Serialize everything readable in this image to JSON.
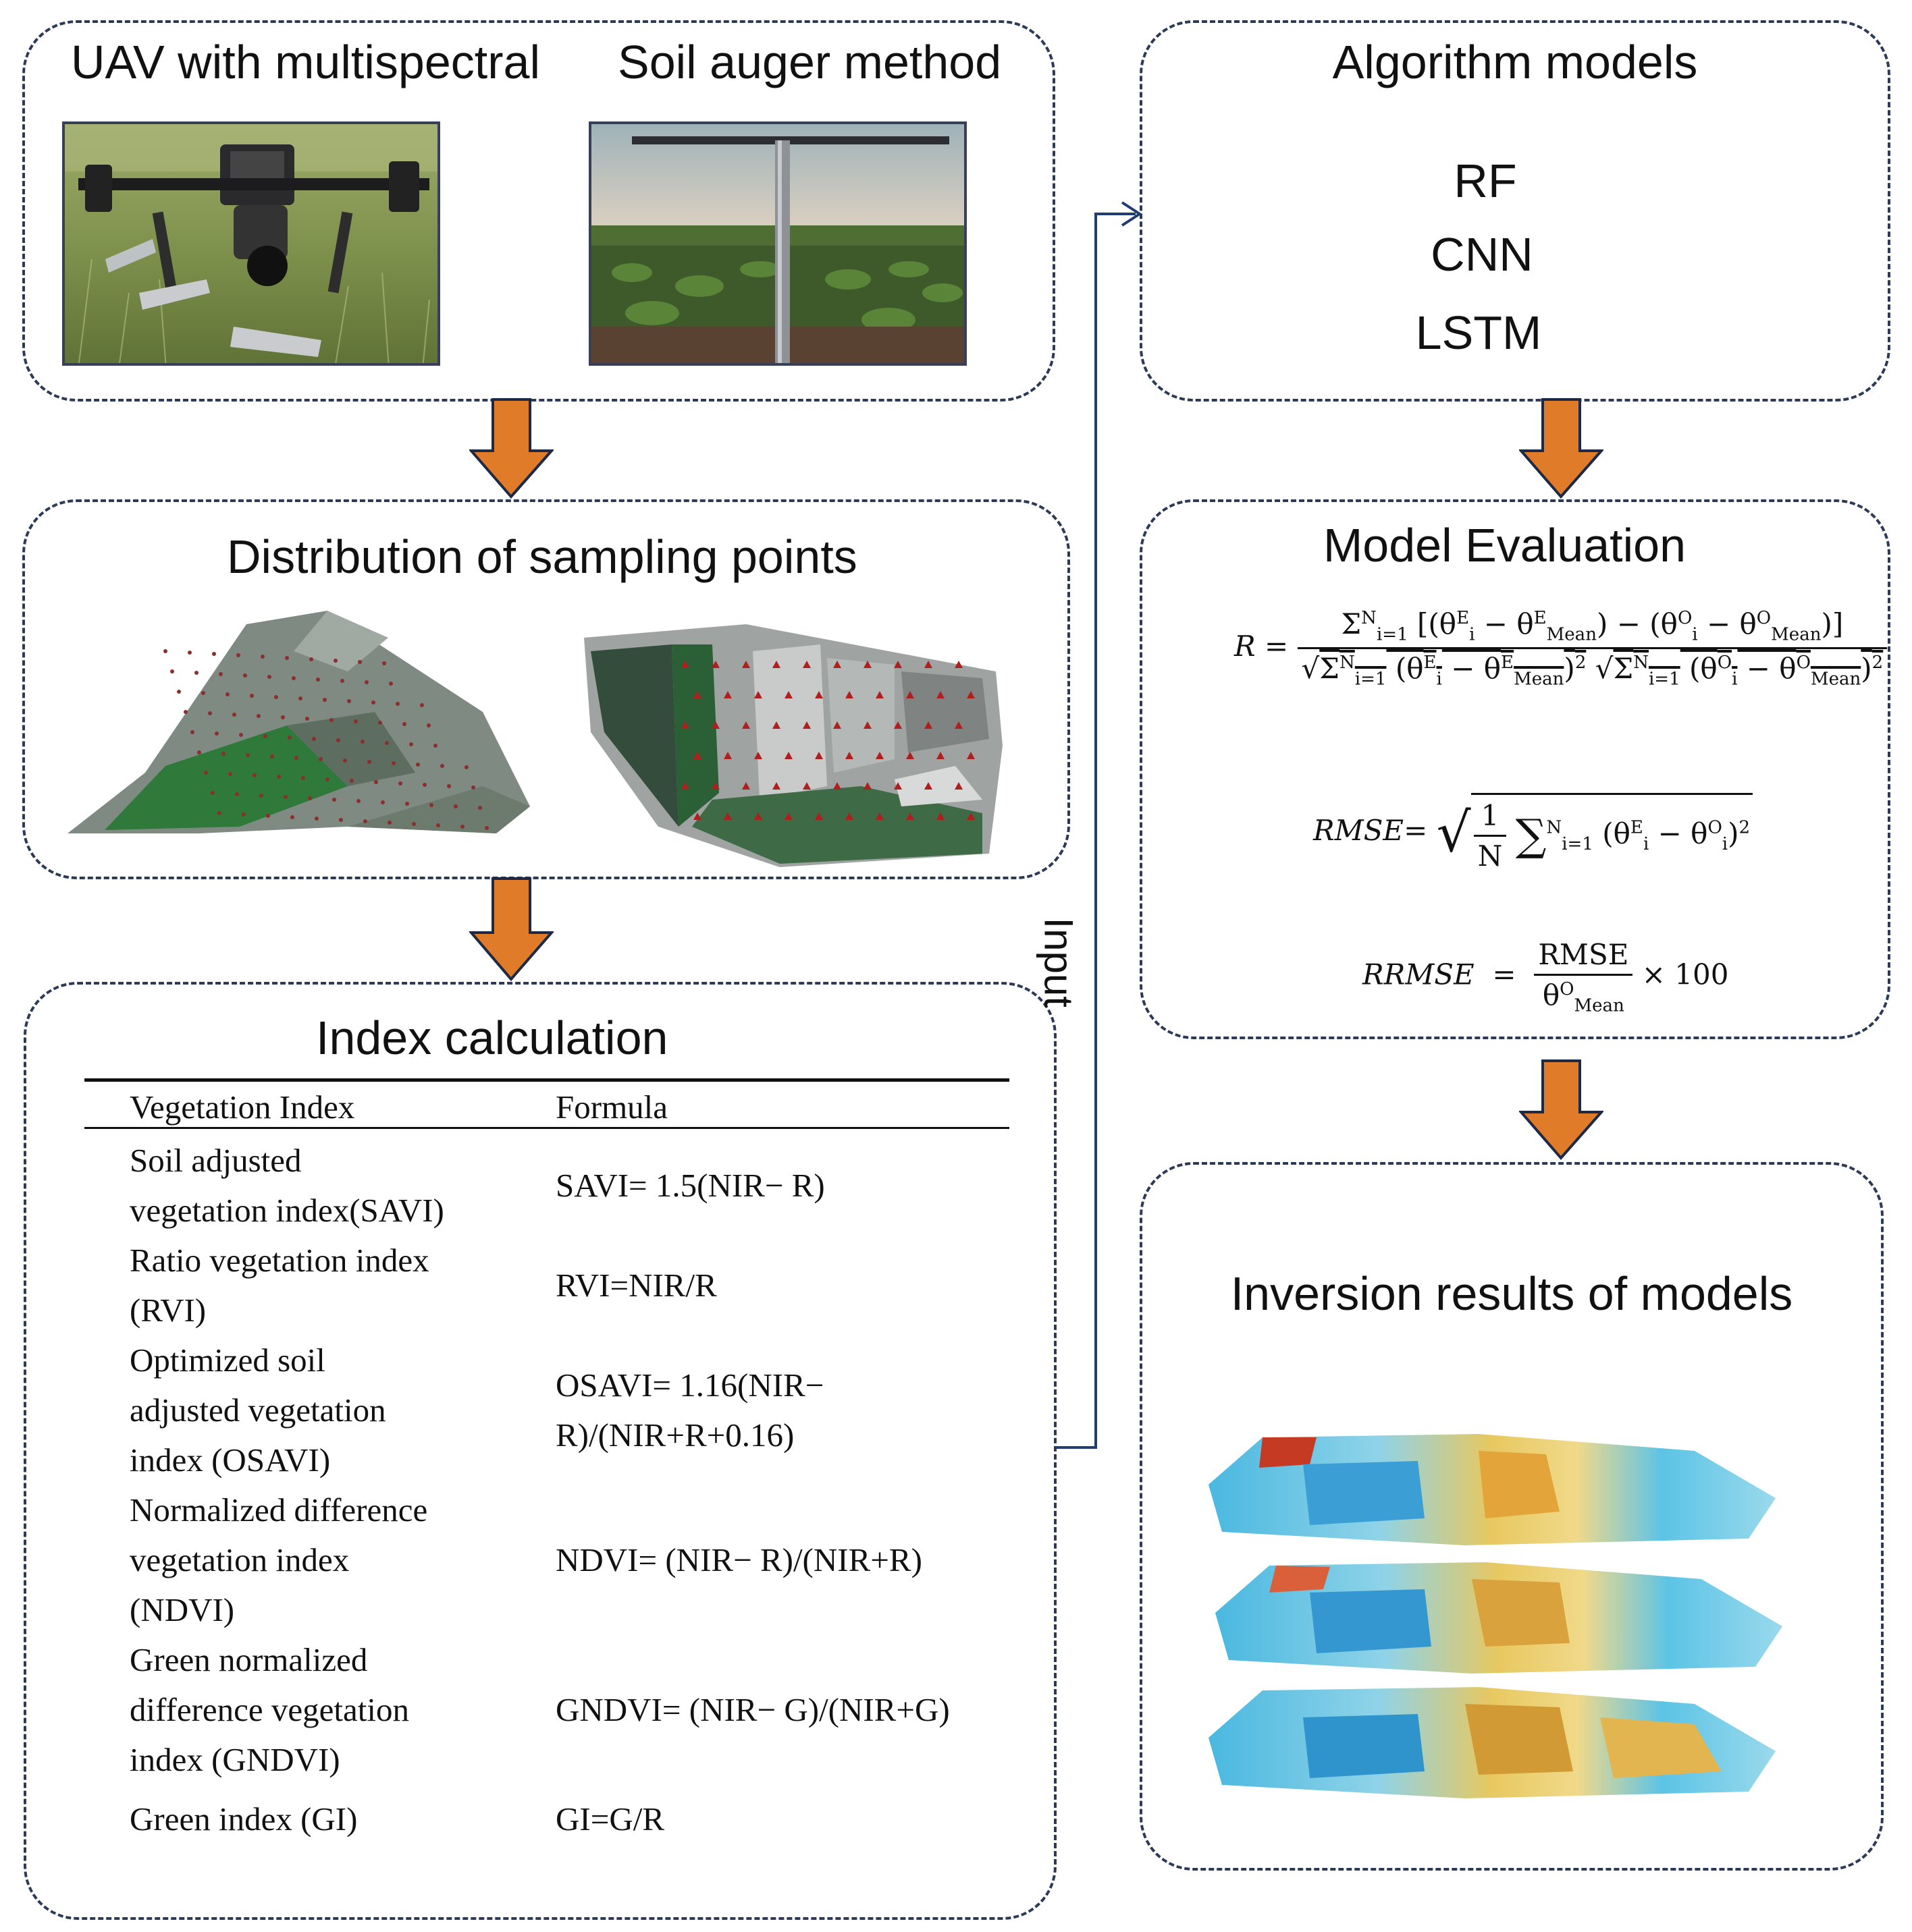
{
  "panels": {
    "acquisition": {
      "uav_title": "UAV with multispectral",
      "auger_title": "Soil auger method",
      "uav_photo_icon": "uav-drone-photo",
      "auger_photo_icon": "soil-auger-field-photo"
    },
    "sampling": {
      "title": "Distribution of sampling points",
      "left_map_icon": "sampling-map-3d",
      "right_map_icon": "sampling-map-aerial"
    },
    "index": {
      "title": "Index calculation",
      "columns": [
        "Vegetation Index",
        "Formula"
      ],
      "rows": [
        {
          "name_lines": [
            "Soil adjusted",
            "vegetation index(SAVI)"
          ],
          "formula_lines": [
            "SAVI= 1.5(NIR− R)"
          ]
        },
        {
          "name_lines": [
            "Ratio vegetation index",
            "(RVI)"
          ],
          "formula_lines": [
            "RVI=NIR/R"
          ]
        },
        {
          "name_lines": [
            "Optimized soil",
            "adjusted vegetation",
            "index (OSAVI)"
          ],
          "formula_lines": [
            "OSAVI= 1.16(NIR−",
            "R)/(NIR+R+0.16)"
          ]
        },
        {
          "name_lines": [
            "Normalized difference",
            "vegetation index",
            "(NDVI)"
          ],
          "formula_lines": [
            "NDVI= (NIR− R)/(NIR+R)"
          ]
        },
        {
          "name_lines": [
            "Green normalized",
            "difference vegetation",
            "index (GNDVI)"
          ],
          "formula_lines": [
            "GNDVI= (NIR− G)/(NIR+G)"
          ]
        },
        {
          "name_lines": [
            "Green index (GI)"
          ],
          "formula_lines": [
            "GI=G/R"
          ]
        }
      ]
    },
    "algorithms": {
      "title": "Algorithm models",
      "models": [
        "RF",
        "CNN",
        "LSTM"
      ]
    },
    "evaluation": {
      "title": "Model Evaluation",
      "r_label": "R",
      "rmse_label": "RMSE",
      "rrmse_label": "RRMSE",
      "rrmse_numerator": "RMSE",
      "rrmse_factor": "× 100"
    },
    "inversion": {
      "title": "Inversion results of models",
      "maps_icon": "inversion-maps-stack"
    }
  },
  "connector": {
    "label": "Input"
  },
  "colors": {
    "panel_border": "#2b3a57",
    "arrow_fill": "#e07b2a",
    "arrow_outline": "#1c2a48",
    "connector": "#1f3c73"
  }
}
